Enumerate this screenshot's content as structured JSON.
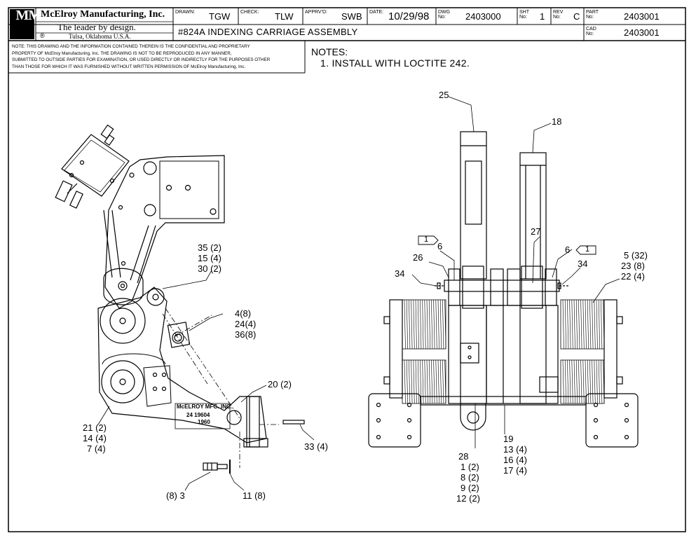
{
  "company": {
    "name": "McElroy Manufacturing, Inc.",
    "tagline": "The leader by design.",
    "location": "Tulsa, Oklahoma U.S.A.",
    "logo_text": "MM",
    "registered_mark": "®"
  },
  "title_block": {
    "drawn_label": "DRAWN:",
    "drawn": "TGW",
    "check_label": "CHECK:",
    "check": "TLW",
    "approved_label": "APPRV'D:",
    "approved": "SWB",
    "date_label": "DATE:",
    "date": "10/29/98",
    "dwg_label": "DWG No:",
    "dwg_no": "2403000",
    "sht_label": "SHT No:",
    "sht_no": "1",
    "rev_label": "REV No:",
    "rev_no": "C",
    "part_label": "PART No:",
    "part_no": "2403001",
    "cad_label": "CAD No:",
    "cad_no": "2403001",
    "title": "#824A INDEXING CARRIAGE ASSEMBLY"
  },
  "confidential_note": [
    "NOTE: THIS DRAWING AND THE INFORMATION CONTAINED THEREIN IS THE CONFIDENTIAL AND PROPRIETARY",
    "PROPERTY OF McElroy Manufacturing, Inc. THE DRAWING IS NOT TO BE REPRODUCED IN ANY MANNER,",
    "SUBMITTED TO OUTSIDE PARTIES FOR EXAMINATION, OR USED DIRECTLY OR INDIRECTLY FOR THE PURPOSES OTHER",
    "THAN THOSE FOR WHICH IT WAS FURNISHED WITHOUT WRITTEN PERMISSION OF McElroy Manufacturing, Inc."
  ],
  "notes": {
    "heading": "NOTES:",
    "items": [
      "1. INSTALL WITH LOCTITE 242."
    ]
  },
  "plate": {
    "line1": "McELROY MFG. INC.",
    "line2": "24 19604",
    "line3": "1960"
  },
  "callouts": {
    "c35": "35 (2)",
    "c15": "15 (4)",
    "c30": "30 (2)",
    "c4": "4(8)",
    "c24": "24(4)",
    "c36": "36(8)",
    "c20": "20 (2)",
    "c21": "21 (2)",
    "c14": "14 (4)",
    "c7": "7 (4)",
    "c33": "33 (4)",
    "c8_3": "(8) 3",
    "c11": "11 (8)",
    "c25": "25",
    "c18": "18",
    "c27": "27",
    "flag_left": "1",
    "c6_left": "6",
    "flag_right": "1",
    "c6_right": "6",
    "c26": "26",
    "c34_left": "34",
    "c34_right": "34",
    "c5": "5 (32)",
    "c23": "23 (8)",
    "c22": "22 (4)",
    "c28": "28",
    "c1": "1 (2)",
    "c8": "8 (2)",
    "c9": "9 (2)",
    "c12": "12 (2)",
    "c19": "19",
    "c13": "13 (4)",
    "c16": "16 (4)",
    "c17": "17 (4)"
  }
}
